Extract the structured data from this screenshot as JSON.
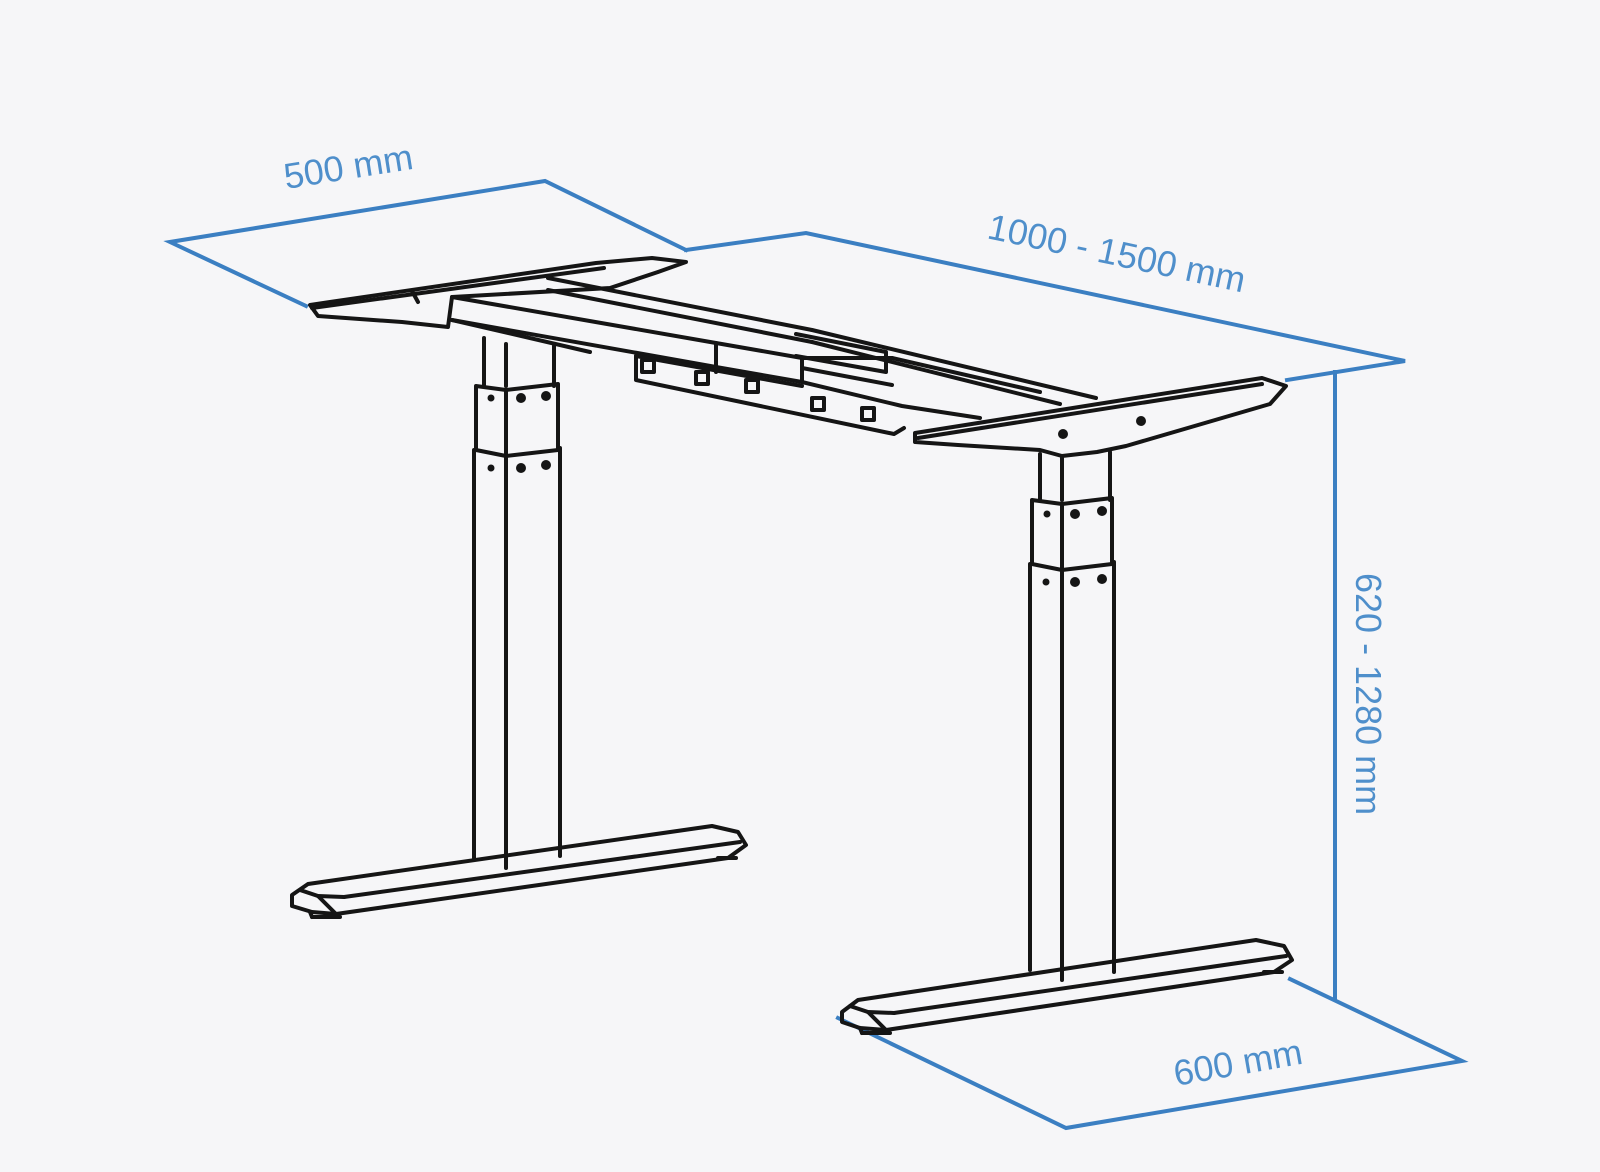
{
  "diagram": {
    "subject": "height-adjustable desk frame",
    "dimensions": {
      "depth_top": "500 mm",
      "width_range": "1000 - 1500 mm",
      "height_range": "620 - 1280 mm",
      "foot_length": "600 mm"
    },
    "colors": {
      "background": "#f6f6f8",
      "frame_stroke": "#151515",
      "dimension_line": "#3b7fc2",
      "dimension_text": "#4f8fcb"
    }
  }
}
